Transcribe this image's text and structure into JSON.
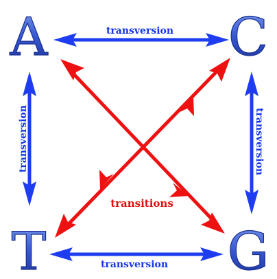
{
  "bases": {
    "a": "A",
    "c": "C",
    "t": "T",
    "g": "G"
  },
  "labels": {
    "top": "transversion",
    "left": "transversion",
    "right": "transversion",
    "bottom": "transversion",
    "center": "transitions"
  },
  "colors": {
    "transversion": "#1f3df0",
    "transition": "#ee1111",
    "base_letters": "#2b4cc4"
  }
}
